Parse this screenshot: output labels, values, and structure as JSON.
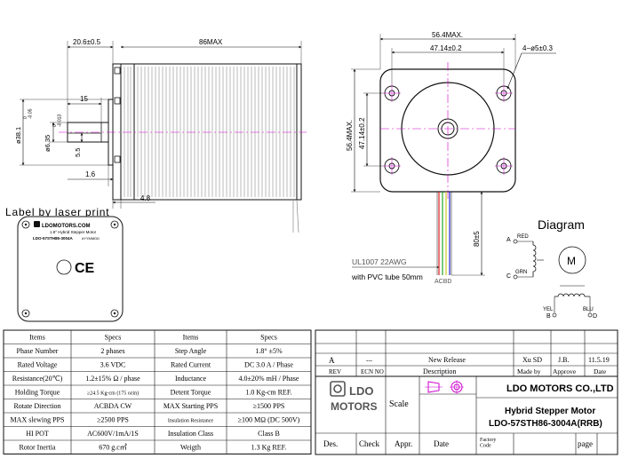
{
  "drawing": {
    "side_view": {
      "dim_shaft_length": "20.6±0.5",
      "dim_body_length": "86MAX",
      "dim_flat_length": "15",
      "dim_boss_dia": "ø38.1",
      "dim_boss_tol": "0\n-0.05",
      "dim_shaft_dia": "ø6.35",
      "dim_shaft_tol": "0\n-0.013",
      "dim_flat_depth": "5.5",
      "dim_boss_height": "1.6",
      "dim_flange": "4.8"
    },
    "front_view": {
      "dim_overall_width": "56.4MAX.",
      "dim_hole_spacing_h": "47.14±0.2",
      "dim_holes": "4−ø5±0.3",
      "dim_overall_height": "56.4MAX.",
      "dim_hole_spacing_v": "47.14±0.2"
    },
    "leads": {
      "lead_length": "80±5",
      "lead_spec": "UL1007 22AWG",
      "lead_tube": "with PVC tube 50mm",
      "lead_letters": "ACBD"
    },
    "label": {
      "heading": "Label by laser print",
      "brand": "LDOMOTORS.COM",
      "desc": "1.8° Hybrid Stepper Motor",
      "model": "LDO-57STH86-3004A",
      "date_code": "#YYMMDD",
      "ce_mark": "CE"
    },
    "wiring_diagram": {
      "title": "Diagram",
      "motor_letter": "M",
      "pins": [
        {
          "letter": "A",
          "color": "RED"
        },
        {
          "letter": "C",
          "color": "GRN"
        },
        {
          "letter": "B",
          "color": "YEL"
        },
        {
          "letter": "D",
          "color": "BLU"
        }
      ]
    }
  },
  "specs_table": {
    "headers": [
      "Items",
      "Specs",
      "Items",
      "Specs"
    ],
    "rows": [
      [
        "Phase Number",
        "2 phases",
        "Step Angle",
        "1.8° ±5%"
      ],
      [
        "Rated Voltage",
        "3.6 VDC",
        "Rated Current",
        "DC 3.0 A / Phase"
      ],
      [
        "Resistance(20℃)",
        "1.2±15% Ω / phase",
        "Inductance",
        "4.0±20% mH / Phase"
      ],
      [
        "Holding Torque",
        "≥24.5 Kg-cm (175 ozin)",
        "Detent Torque",
        "1.0 Kg-cm REF."
      ],
      [
        "Rotate Direction",
        "ACBDA CW",
        "MAX Starting PPS",
        "≥1500 PPS"
      ],
      [
        "MAX slewing PPS",
        "≥2500 PPS",
        "Insulation Resistance",
        "≥100 MΩ (DC 500V)"
      ],
      [
        "HI POT",
        "AC600V/1mA/1S",
        "Insulation Class",
        "Class B"
      ],
      [
        "Rotor Inertia",
        "670 g.c㎡",
        "Weigth",
        "1.3 Kg  REF."
      ]
    ]
  },
  "title_block": {
    "revision": {
      "rev": "A",
      "ecn": "---",
      "description": "New Release",
      "made_by": "Xu SD",
      "approve": "J.B.",
      "date": "11.5.19"
    },
    "revision_headers": {
      "rev": "REV",
      "ecn": "ECN NO",
      "description": "Description",
      "made_by": "Made by",
      "approve": "Approve",
      "date": "Date"
    },
    "company": "LDO MOTORS CO.,LTD",
    "logo_top": "LDO",
    "logo_bottom": "MOTORS",
    "scale_label": "Scale",
    "product_title": "Hybrid Stepper Motor",
    "product_model": "LDO-57STH86-3004A(RRB)",
    "footer": {
      "des": "Des.",
      "check": "Check",
      "appr": "Appr.",
      "date": "Date",
      "factory": "Factory\nCode",
      "page": "page"
    }
  }
}
